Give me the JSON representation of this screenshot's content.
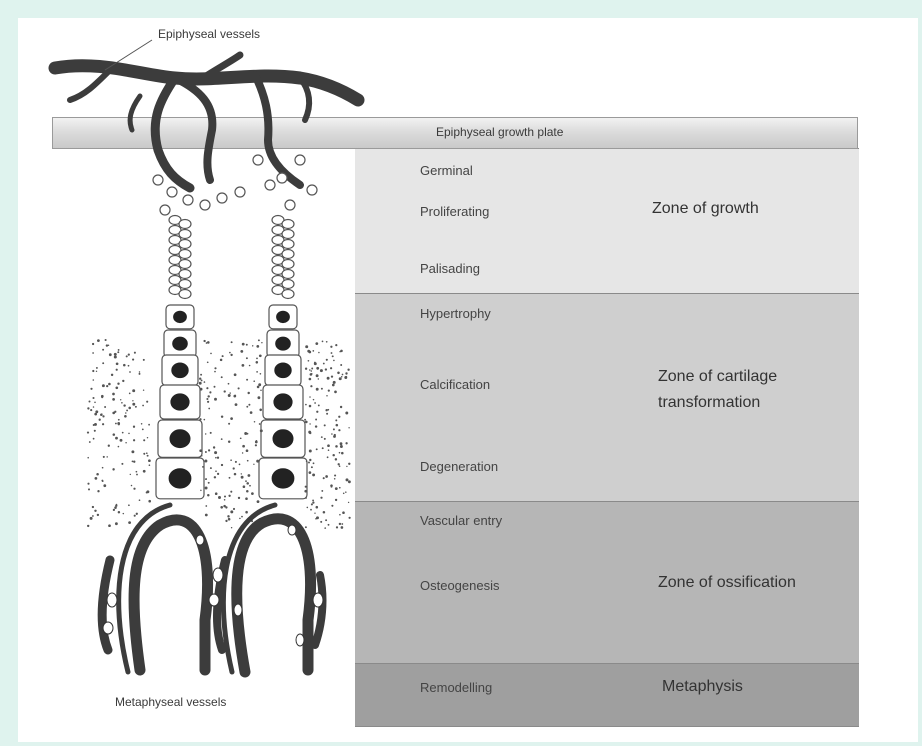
{
  "labels": {
    "epiphyseal_vessels": "Epiphyseal vessels",
    "growth_plate": "Epiphyseal growth plate",
    "metaphyseal_vessels": "Metaphyseal vessels"
  },
  "stages": {
    "germinal": "Germinal",
    "proliferating": "Proliferating",
    "palisading": "Palisading",
    "hypertrophy": "Hypertrophy",
    "calcification": "Calcification",
    "degeneration": "Degeneration",
    "vascular_entry": "Vascular entry",
    "osteogenesis": "Osteogenesis",
    "remodelling": "Remodelling"
  },
  "zones": {
    "growth": "Zone of growth",
    "cartilage_line1": "Zone of cartilage",
    "cartilage_line2": "transformation",
    "ossification": "Zone of ossification",
    "metaphysis": "Metaphysis"
  },
  "colors": {
    "background": "#dff3ee",
    "zone_growth": "#e6e6e6",
    "zone_cartilage": "#cfcfcf",
    "zone_ossification": "#b6b6b6",
    "zone_metaphysis": "#9f9f9f",
    "vessel": "#3c3c3c"
  }
}
